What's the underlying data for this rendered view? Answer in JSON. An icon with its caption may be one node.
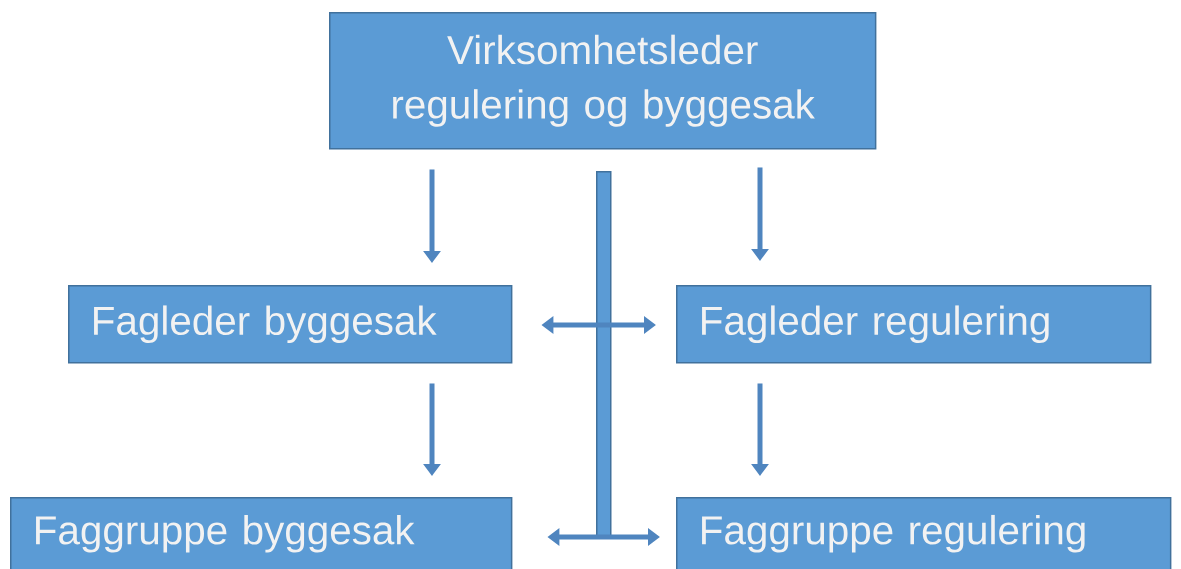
{
  "diagram": {
    "nodes": [
      {
        "text": [
          "Virksomhetsleder regulering og byggesak"
        ]
      },
      {
        "text": [
          "Fagleder byggesak"
        ]
      },
      {
        "text": [
          "Fagleder regulering"
        ]
      },
      {
        "text": [
          "Faggruppe byggesak"
        ]
      },
      {
        "text": [
          "Faggruppe regulering"
        ]
      },
      {
        "text": [],
        "shape": "bar"
      }
    ],
    "edges": [
      {
        "from": 0,
        "to": 1,
        "arrow": "to"
      },
      {
        "from": 0,
        "to": 2,
        "arrow": "to"
      },
      {
        "from": 1,
        "to": 2,
        "arrow": "both"
      },
      {
        "from": 1,
        "to": 3,
        "arrow": "to"
      },
      {
        "from": 2,
        "to": 4,
        "arrow": "to"
      },
      {
        "from": 3,
        "to": 4,
        "arrow": "both"
      }
    ]
  }
}
